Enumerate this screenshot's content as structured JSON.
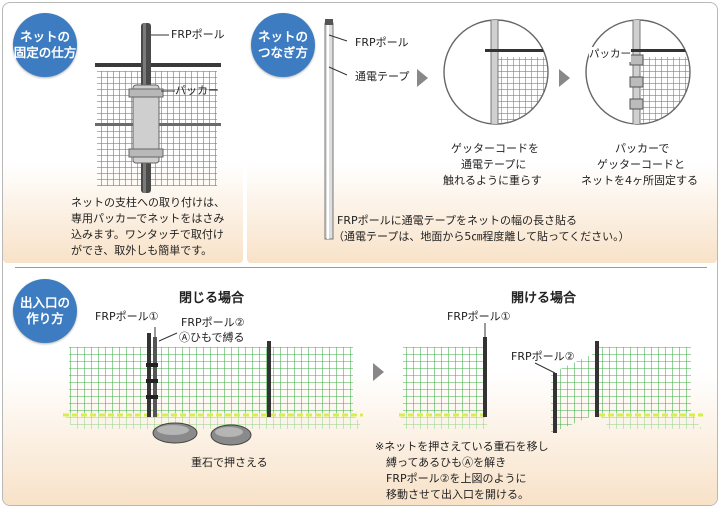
{
  "section1": {
    "badge_line1": "ネットの",
    "badge_line2": "固定の仕方",
    "label_pole": "FRPポール",
    "label_packer": "パッカー",
    "desc": [
      "ネットの支柱への取り付けは、",
      "専用パッカーでネットをはさみ",
      "込みます。ワンタッチで取付け",
      "ができ、取外しも簡単です。"
    ]
  },
  "section2": {
    "badge_line1": "ネットの",
    "badge_line2": "つなぎ方",
    "label_pole": "FRPポール",
    "label_tape": "通電テープ",
    "label_packer": "パッカー",
    "caption_mid": [
      "ゲッターコードを",
      "通電テープに",
      "触れるように重らす"
    ],
    "caption_right": [
      "パッカーで",
      "ゲッターコードと",
      "ネットを4ヶ所固定する"
    ],
    "note": [
      "FRPポールに通電テープをネットの幅の長さ貼る",
      "（通電テープは、地面から5㎝程度離して貼ってください。）"
    ]
  },
  "section3": {
    "badge_line1": "出入口の",
    "badge_line2": "作り方",
    "closed_title": "閉じる場合",
    "open_title": "開ける場合",
    "label_pole1": "FRPポール①",
    "label_pole2": "FRPポール②",
    "label_tie": "Ⓐひもで縛る",
    "label_stone": "重石で押さえる",
    "open_pole1": "FRPポール①",
    "open_pole2": "FRPポール②",
    "note": [
      "※ネットを押さえている重石を移し",
      "　縛ってあるひもⒶを解き",
      "　FRPポール②を上図のように",
      "　移動させて出入口を開ける。"
    ]
  },
  "colors": {
    "badge": "#3d7cc0",
    "net": "#3fae49",
    "net_light": "#7fd07c",
    "glow": "#f8e2c8",
    "ground": "#d6ef4a"
  }
}
